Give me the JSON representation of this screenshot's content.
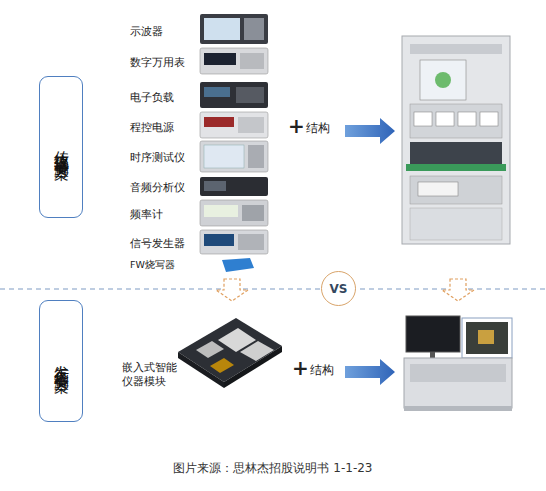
{
  "diagram": {
    "caption": "图片来源：思林杰招股说明书 1-1-23",
    "nodes": [
      {
        "text": [
          "传统仪器检测方案"
        ]
      },
      {
        "text": [
          "VS"
        ]
      },
      {
        "text": [
          "发行人检测方案"
        ]
      }
    ],
    "labels": [
      "示波器",
      "数字万用表",
      "电子负载",
      "程控电源",
      "时序测试仪",
      "音频分析仪",
      "频率计",
      "信号发生器",
      "FW烧写器",
      "+",
      "结构",
      "嵌入式智能 仪器模块",
      "+",
      "结构"
    ]
  }
}
